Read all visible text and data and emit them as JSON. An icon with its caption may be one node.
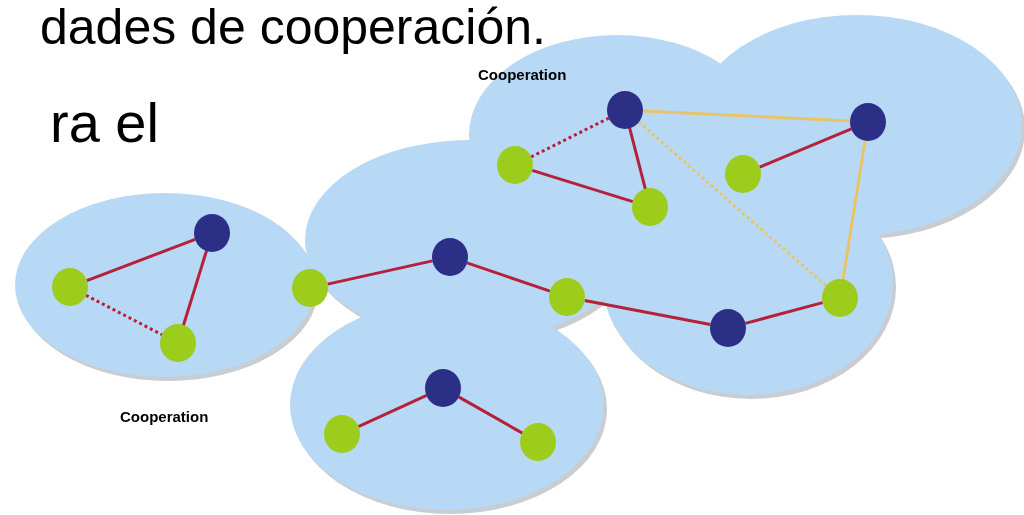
{
  "diagram": {
    "nodes": [
      {
        "text": [],
        "shape": "circle"
      },
      {
        "text": [],
        "shape": "circle"
      },
      {
        "text": [],
        "shape": "circle"
      },
      {
        "text": [],
        "shape": "circle"
      },
      {
        "text": [],
        "shape": "circle"
      },
      {
        "text": [],
        "shape": "circle"
      },
      {
        "text": [],
        "shape": "circle"
      },
      {
        "text": [],
        "shape": "circle"
      },
      {
        "text": [],
        "shape": "circle"
      },
      {
        "text": [],
        "shape": "circle"
      },
      {
        "text": [],
        "shape": "circle"
      },
      {
        "text": [],
        "shape": "circle"
      },
      {
        "text": [],
        "shape": "circle"
      },
      {
        "text": [],
        "shape": "circle"
      },
      {
        "text": [],
        "shape": "circle"
      },
      {
        "text": [],
        "shape": "circle"
      }
    ],
    "edges": [
      {
        "from": 1,
        "to": 0,
        "arrow": "none"
      },
      {
        "from": 0,
        "to": 2,
        "arrow": "none"
      },
      {
        "from": 1,
        "to": 2,
        "arrow": "none",
        "style": "dashed"
      },
      {
        "from": 3,
        "to": 4,
        "arrow": "none",
        "style": "dashed"
      },
      {
        "from": 3,
        "to": 5,
        "arrow": "none"
      },
      {
        "from": 4,
        "to": 5,
        "arrow": "none"
      },
      {
        "from": 3,
        "to": 6,
        "arrow": "none",
        "color": "#e8c468"
      },
      {
        "from": 6,
        "to": 7,
        "arrow": "none"
      },
      {
        "from": 3,
        "to": 12,
        "arrow": "none",
        "style": "dashed",
        "color": "#e8c468"
      },
      {
        "from": 6,
        "to": 12,
        "arrow": "none",
        "color": "#e8c468"
      },
      {
        "from": 8,
        "to": 9,
        "arrow": "none"
      },
      {
        "from": 9,
        "to": 10,
        "arrow": "none"
      },
      {
        "from": 10,
        "to": 11,
        "arrow": "none"
      },
      {
        "from": 11,
        "to": 12,
        "arrow": "none"
      },
      {
        "from": 13,
        "to": 14,
        "arrow": "none"
      },
      {
        "from": 13,
        "to": 15,
        "arrow": "none"
      }
    ],
    "labels": [
      "dades de cooperación.",
      "ra el",
      "Cooperation",
      "Cooperation"
    ]
  }
}
